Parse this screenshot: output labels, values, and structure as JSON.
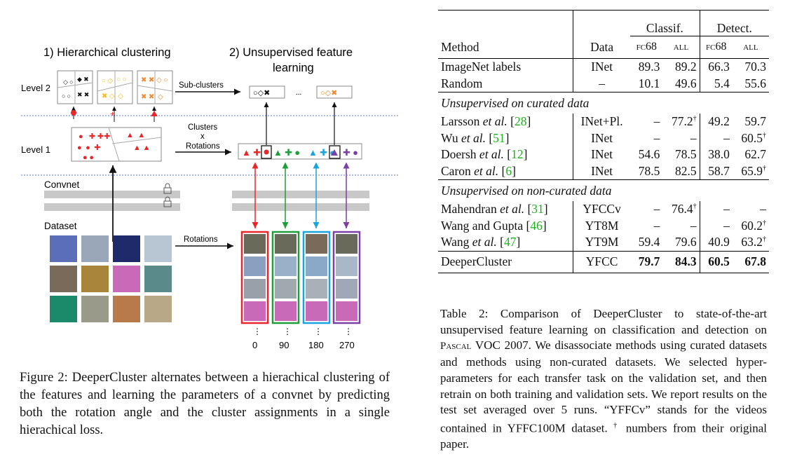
{
  "figure": {
    "step1_title": "1) Hierarchical clustering",
    "step2_title_line1": "2) Unsupervised feature",
    "step2_title_line2": "learning",
    "level2_label": "Level 2",
    "level1_label": "Level 1",
    "subclusters_label": "Sub-clusters",
    "clusters_label": "Clusters",
    "x_label": "x",
    "rotations_label": "Rotations",
    "ellipsis": "...",
    "convnet_label": "Convnet",
    "dataset_label": "Dataset",
    "rotations_arrow_label": "Rotations",
    "angles": [
      "0",
      "90",
      "180",
      "270"
    ],
    "vdots": "⋮",
    "colors": {
      "red": "#e8272b",
      "green": "#1e9e3a",
      "blue": "#1aa4de",
      "purple": "#7b3fa8",
      "yellow": "#f0c020",
      "orange": "#f08a30"
    }
  },
  "figure_caption": "Figure 2: DeeperCluster alternates between a hierachical clustering of the features and learning the parameters of a convnet by predicting both the rotation angle and the cluster assignments in a single hierachical loss.",
  "table": {
    "group_classif": "Classif.",
    "group_detect": "Detect.",
    "col_method": "Method",
    "col_data": "Data",
    "col_fc68_a": "fc68",
    "col_all_a": "all",
    "col_fc68_b": "fc68",
    "col_all_b": "all",
    "rows_top": [
      {
        "method": "ImageNet labels",
        "data": "INet",
        "c1": "89.3",
        "c2": "89.2",
        "d1": "66.3",
        "d2": "70.3"
      },
      {
        "method": "Random",
        "data": "–",
        "c1": "10.1",
        "c2": "49.6",
        "d1": "5.4",
        "d2": "55.6"
      }
    ],
    "section_curated": "Unsupervised on curated data",
    "rows_curated": [
      {
        "m1": "Larsson ",
        "m2": "et al.",
        "m3": " [",
        "ref": "28",
        "m4": "]",
        "data": "INet+Pl.",
        "c1": "–",
        "c2": "77.2",
        "c2sup": "†",
        "d1": "49.2",
        "d2": "59.7",
        "d2sup": ""
      },
      {
        "m1": "Wu ",
        "m2": "et al.",
        "m3": " [",
        "ref": "51",
        "m4": "]",
        "data": "INet",
        "c1": "–",
        "c2": "–",
        "c2sup": "",
        "d1": "–",
        "d2": "60.5",
        "d2sup": "†"
      },
      {
        "m1": "Doersh ",
        "m2": "et al.",
        "m3": " [",
        "ref": "12",
        "m4": "]",
        "data": "INet",
        "c1": "54.6",
        "c2": "78.5",
        "c2sup": "",
        "d1": "38.0",
        "d2": "62.7",
        "d2sup": ""
      },
      {
        "m1": "Caron ",
        "m2": "et al.",
        "m3": " [",
        "ref": "6",
        "m4": "]",
        "data": "INet",
        "c1": "78.5",
        "c2": "82.5",
        "c2sup": "",
        "d1": "58.7",
        "d2": "65.9",
        "d2sup": "†"
      }
    ],
    "section_noncurated": "Unsupervised on non-curated data",
    "rows_noncurated": [
      {
        "m1": "Mahendran ",
        "m2": "et al.",
        "m3": " [",
        "ref": "31",
        "m4": "]",
        "data": "YFCCv",
        "c1": "–",
        "c2": "76.4",
        "c2sup": "†",
        "d1": "–",
        "d2": "–",
        "d2sup": ""
      },
      {
        "m1": "Wang and Gupta",
        "m2": "",
        "m3": " [",
        "ref": "46",
        "m4": "]",
        "data": "YT8M",
        "c1": "–",
        "c2": "–",
        "c2sup": "",
        "d1": "–",
        "d2": "60.2",
        "d2sup": "†"
      },
      {
        "m1": "Wang ",
        "m2": "et al.",
        "m3": " [",
        "ref": "47",
        "m4": "]",
        "data": "YT9M",
        "c1": "59.4",
        "c2": "79.6",
        "c2sup": "",
        "d1": "40.9",
        "d2": "63.2",
        "d2sup": "†"
      }
    ],
    "row_ours": {
      "method": "DeeperCluster",
      "data": "YFCC",
      "c1": "79.7",
      "c2": "84.3",
      "d1": "60.5",
      "d2": "67.8"
    }
  },
  "table_caption_1": "Table 2: Comparison of DeeperCluster to state-of-the-art unsupervised feature learning on classification and detection on ",
  "table_caption_pascal": "Pascal",
  "table_caption_2": " VOC 2007. We disassociate methods using curated datasets and methods using non-curated datasets. We selected hyper-parameters for each transfer task on the validation set, and then retrain on both training and validation sets.  We report results on the test set averaged over 5 runs.  “YFFCv” stands for the videos contained in YFFC100M dataset. ",
  "table_caption_dagger": "†",
  "table_caption_3": " numbers from their original paper."
}
